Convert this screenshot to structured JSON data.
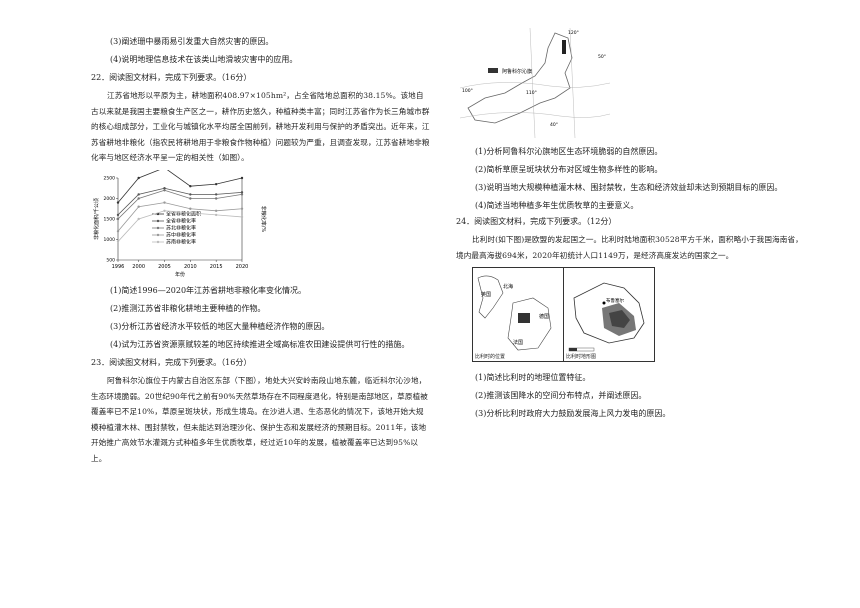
{
  "left": {
    "top_items": [
      "(3)阐述珊中暴雨易引发重大自然灾害的原因。",
      "(4)说明地理信息技术在该类山地滑坡灾害中的应用。"
    ],
    "q22": {
      "header": "22．阅读图文材料，完成下列要求。（16分）",
      "paragraph": "江苏省地形以平原为主，耕地面积408.97×105hm²，占全省陆地总面积的38.15%。该地自古以来就是我国主要粮食生产区之一，耕作历史悠久，种植种类丰富；同时江苏省作为长三角城市群的核心组成部分，工业化与城镇化水平均居全国前列，耕地开发利用与保护的矛盾突出。近年来，江苏省耕地非粮化（指农民将耕地用于非粮食作物种植）问题较为严重，且调查发现，江苏省耕地非粮化率与地区经济水平呈一定的相关性（如图）。",
      "questions": [
        "(1)简述1996—2020年江苏省耕地非粮化率变化情况。",
        "(2)推测江苏省非粮化耕地主要种植的作物。",
        "(3)分析江苏省经济水平较低的地区大量种植经济作物的原因。",
        "(4)试为江苏省资源禀赋较差的地区持续推进全域高标准农田建设提供可行性的措施。"
      ]
    },
    "q23": {
      "header": "23．阅读图文材料，完成下列要求。（16分）",
      "paragraph": "阿鲁科尔沁旗位于内蒙古自治区东部（下图），地处大兴安岭南段山地东麓，临近科尔沁沙地，生态环境脆弱。20世纪90年代之前有90%天然草场存在不同程度退化，特别是南部地区，草原植被覆盖率已不足10%，草原呈斑块状，形成生境岛。在沙进人退、生态恶化的情况下，该地开始大规模种植灌木林、围封禁牧，但未能达到治理沙化、保护生态和发展经济的预期目标。2011年，该地开始推广高效节水灌溉方式种植多年生优质牧草，经过近10年的发展，植被覆盖率已达到95%以上。"
    }
  },
  "chart_data": {
    "type": "line",
    "title": "",
    "xlabel": "年份",
    "ylabel_left": "非粮化面积/千公顷",
    "ylabel_right": "非粮化率/%",
    "x": [
      1996,
      2000,
      2005,
      2010,
      2015,
      2020
    ],
    "ylim": [
      500,
      2500
    ],
    "yticks": [
      500,
      1000,
      1500,
      2000,
      2500
    ],
    "series": [
      {
        "name": "全省非粮化面积",
        "values": [
          1900,
          2500,
          2750,
          2300,
          2350,
          2500
        ]
      },
      {
        "name": "全省非粮化率",
        "values": [
          1600,
          2100,
          2250,
          2100,
          2100,
          2150
        ]
      },
      {
        "name": "苏北非粮化率",
        "values": [
          1500,
          2000,
          2200,
          2000,
          2000,
          2100
        ]
      },
      {
        "name": "苏中非粮化率",
        "values": [
          1200,
          1800,
          1900,
          1750,
          1700,
          1750
        ]
      },
      {
        "name": "苏南非粮化率",
        "values": [
          950,
          1500,
          1700,
          1650,
          1600,
          1550
        ]
      }
    ],
    "colors": [
      "#333333",
      "#555555",
      "#777777",
      "#999999",
      "#bbbbbb"
    ]
  },
  "right": {
    "map_top": {
      "legend": "阿鲁科尔沁旗",
      "labels": [
        "120°",
        "50°",
        "100°",
        "110°",
        "40°"
      ]
    },
    "q23_questions": [
      "(1)分析阿鲁科尔沁旗地区生态环境脆弱的自然原因。",
      "(2)简析草原呈斑块状分布对区域生物多样性的影响。",
      "(3)说明当地大规模种植灌木林、围封禁牧，生态和经济效益却未达到预期目标的原因。",
      "(4)简述当地种植多年生优质牧草的主要意义。"
    ],
    "q24": {
      "header": "24．阅读图文材料，完成下列要求。（12分）",
      "paragraph": "比利时(如下图)是欧盟的发起国之一。比利时陆地面积30528平方千米，面积略小于我国海南省，境内最高海拔694米，2020年初统计人口1149万，是经济高度发达的国家之一。",
      "map_left_caption": "比利时的位置",
      "map_right_caption": "比利时地形图",
      "map_labels": [
        "北海",
        "英国",
        "法国",
        "德国",
        "布鲁塞尔"
      ],
      "questions": [
        "(1)简述比利时的地理位置特征。",
        "(2)推测该国降水的空间分布特点，并阐述原因。",
        "(3)分析比利时政府大力鼓励发展海上风力发电的原因。"
      ]
    }
  }
}
